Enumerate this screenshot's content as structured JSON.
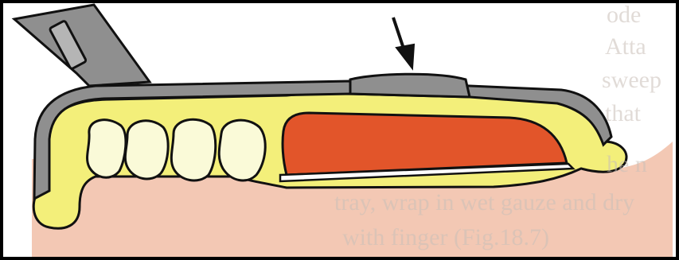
{
  "diagram": {
    "colors": {
      "background": "#ffffff",
      "soft_tissue": "#f3c8b4",
      "impression_material": "#f3ef7a",
      "tray": "#8f8f8f",
      "tray_highlight": "#b5b5b5",
      "teeth": "#fafad8",
      "palate_tissue": "#e2552a",
      "outline": "#111111",
      "frame": "#000000"
    },
    "parts": {
      "tray_handle": "tray handle",
      "tray": "impression tray",
      "impression_material": "impression material",
      "teeth": [
        "tooth",
        "tooth",
        "tooth",
        "tooth"
      ],
      "palate": "palatal soft tissue",
      "arrow": "pressure arrow"
    },
    "bleed_through_text": [
      "ode",
      "Atta",
      "sweep",
      "that",
      "he n",
      "tray, wrap in wet gauze and dry",
      "with finger (Fig.18.7)"
    ]
  }
}
